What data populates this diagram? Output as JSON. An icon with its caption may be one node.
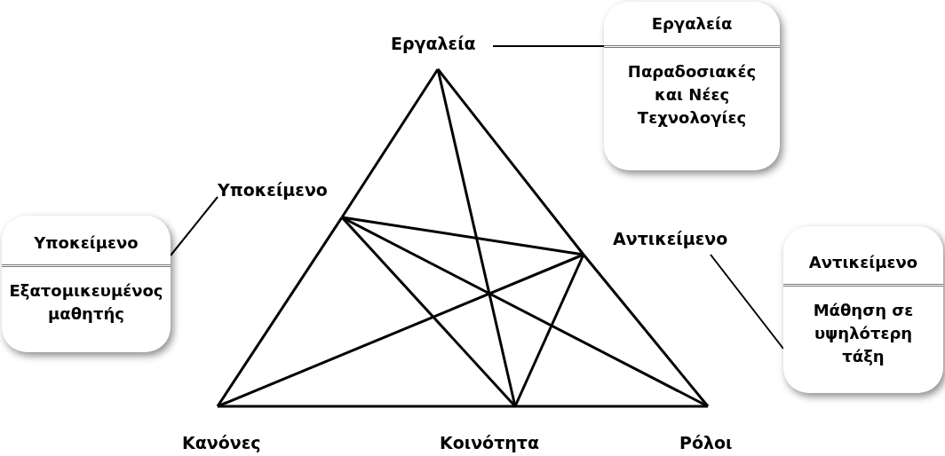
{
  "diagram": {
    "nodes": [
      {
        "text": [
          "Εργαλεία"
        ]
      },
      {
        "text": [
          "Εργαλεία",
          "Παραδοσιακές και Νέες Τεχνολογίες"
        ]
      },
      {
        "text": [
          "Υποκείμενο"
        ]
      },
      {
        "text": [
          "Αντικείμενο"
        ]
      },
      {
        "text": [
          "Υποκείμενο",
          "Εξατομικευμένος μαθητής"
        ]
      },
      {
        "text": [
          "Αντικείμενο",
          "Μάθηση σε υψηλότερη τάξη"
        ]
      },
      {
        "text": [
          "Κανόνες"
        ]
      },
      {
        "text": [
          "Κοινότητα"
        ]
      },
      {
        "text": [
          "Ρόλοι"
        ]
      }
    ],
    "edges": [
      {
        "from": 0,
        "to": 2,
        "arrow": "none"
      },
      {
        "from": 2,
        "to": 6,
        "arrow": "none"
      },
      {
        "from": 0,
        "to": 3,
        "arrow": "none"
      },
      {
        "from": 3,
        "to": 8,
        "arrow": "none"
      },
      {
        "from": 6,
        "to": 7,
        "arrow": "none"
      },
      {
        "from": 7,
        "to": 8,
        "arrow": "none"
      },
      {
        "from": 0,
        "to": 7,
        "arrow": "none"
      },
      {
        "from": 2,
        "to": 3,
        "arrow": "none"
      },
      {
        "from": 2,
        "to": 7,
        "arrow": "none"
      },
      {
        "from": 2,
        "to": 8,
        "arrow": "none"
      },
      {
        "from": 3,
        "to": 6,
        "arrow": "none"
      },
      {
        "from": 3,
        "to": 7,
        "arrow": "none"
      },
      {
        "from": 0,
        "to": 1,
        "arrow": "none"
      },
      {
        "from": 2,
        "to": 4,
        "arrow": "none"
      },
      {
        "from": 3,
        "to": 5,
        "arrow": "none"
      }
    ]
  }
}
